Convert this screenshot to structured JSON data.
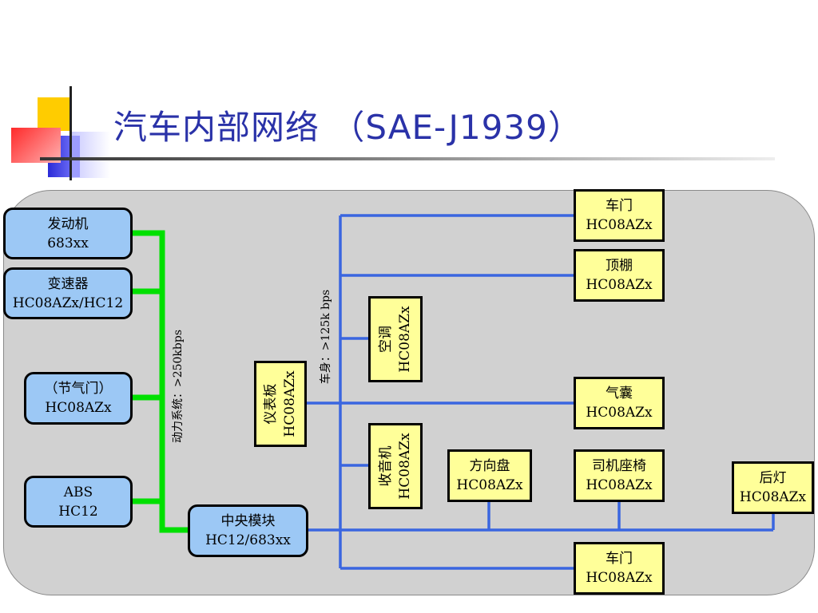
{
  "title": "汽车内部网络 （SAE-J1939）",
  "colors": {
    "powertrain_bus": "#00e000",
    "body_bus": "#3a66e0",
    "ecu_blue": "#9cc8f5",
    "node_yellow": "#ffff99",
    "title": "#2a32a8"
  },
  "powertrain": {
    "label": "动力系统：>250kbps",
    "engine": {
      "name": "发动机",
      "chip": "683xx"
    },
    "transmission": {
      "name": "变速器",
      "chip": "HC08AZx/HC12"
    },
    "throttle": {
      "name": "（节气门）",
      "chip": "HC08AZx"
    },
    "abs": {
      "name": "ABS",
      "chip": "HC12"
    }
  },
  "central": {
    "name": "中央模块",
    "chip": "HC12/683xx"
  },
  "dashboard": {
    "name": "仪表板",
    "chip": "HC08AZx"
  },
  "body_bus": {
    "label": "车身：>125k bps",
    "aircon": {
      "name": "空调",
      "chip": "HC08AZx"
    },
    "radio": {
      "name": "收音机",
      "chip": "HC08AZx"
    },
    "door_top": {
      "name": "车门",
      "chip": "HC08AZx"
    },
    "roof": {
      "name": "顶棚",
      "chip": "HC08AZx"
    },
    "airbag": {
      "name": "气囊",
      "chip": "HC08AZx"
    },
    "steering": {
      "name": "方向盘",
      "chip": "HC08AZx"
    },
    "seat": {
      "name": "司机座椅",
      "chip": "HC08AZx"
    },
    "taillight": {
      "name": "后灯",
      "chip": "HC08AZx"
    },
    "door_bottom": {
      "name": "车门",
      "chip": "HC08AZx"
    }
  }
}
